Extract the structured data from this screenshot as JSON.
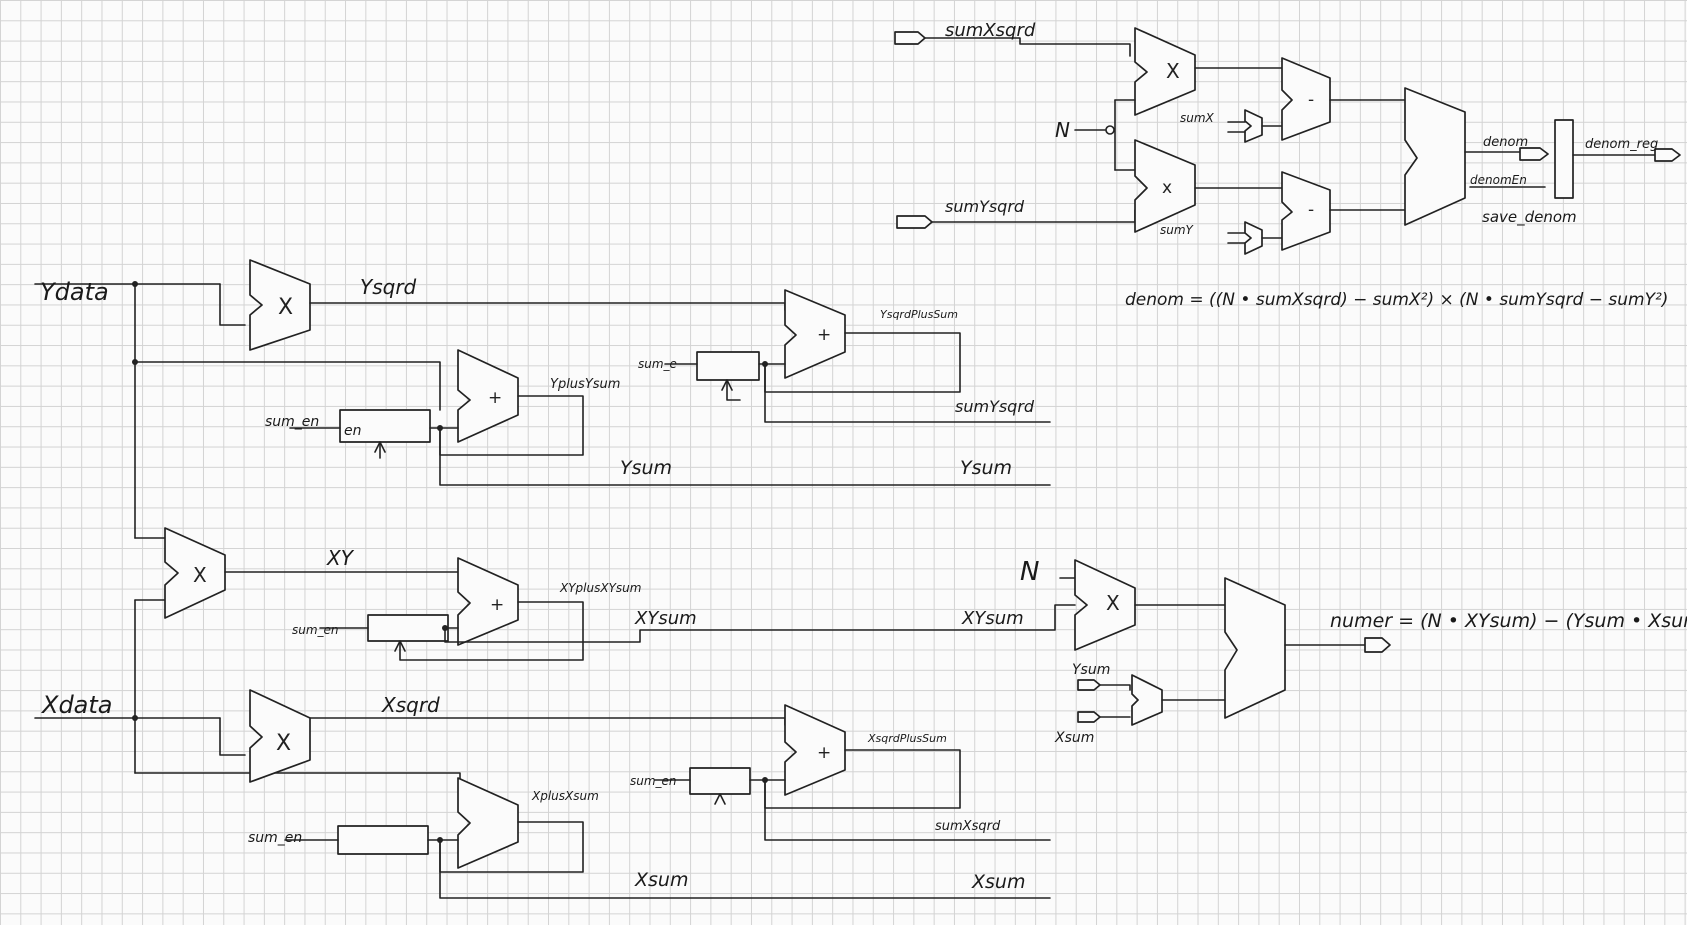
{
  "inputs": {
    "ydata": "Ydata",
    "xdata": "Xdata"
  },
  "symbols": {
    "mult": "X",
    "mult_small": "x",
    "add": "+",
    "sub": "-"
  },
  "y_path": {
    "ysqrd": "Ysqrd",
    "yplus_ysum": "YplusYsum",
    "ysqrd_plus_sum": "YsqrdPlusSum",
    "sum_en_1": "sum_en",
    "sum_en_2": "sum_e",
    "en": "en",
    "sum_ysqrd": "sumYsqrd",
    "ysum_1": "Ysum",
    "ysum_2": "Ysum"
  },
  "xy_path": {
    "xy": "XY",
    "xyplus_xysum": "XYplusXYsum",
    "sum_en": "sum_en",
    "xysum_1": "XYsum",
    "xysum_2": "XYsum"
  },
  "x_path": {
    "xsqrd": "Xsqrd",
    "xplus_xsum": "XplusXsum",
    "xsqrd_plus_sum": "XsqrdPlusSum",
    "sum_en_1": "sum_en",
    "sum_en_2": "sum_en",
    "sum_xsqrd": "sumXsqrd",
    "xsum_1": "Xsum",
    "xsum_2": "Xsum"
  },
  "numer_block": {
    "n": "N",
    "ysum": "Ysum",
    "xsum": "Xsum",
    "equation": "numer = (N • XYsum) − (Ysum • Xsum)"
  },
  "denom_block": {
    "sum_xsqrd": "sumXsqrd",
    "sum_ysqrd": "sumYsqrd",
    "n": "N",
    "sum_x": "sumX",
    "sum_y": "sumY",
    "denom": "denom",
    "denom_en": "denomEn",
    "denom_reg": "denom_reg",
    "save_denom": "save_denom",
    "equation": "denom = ((N • sumXsqrd) − sumX²) × (N • sumYsqrd − sumY²)"
  }
}
